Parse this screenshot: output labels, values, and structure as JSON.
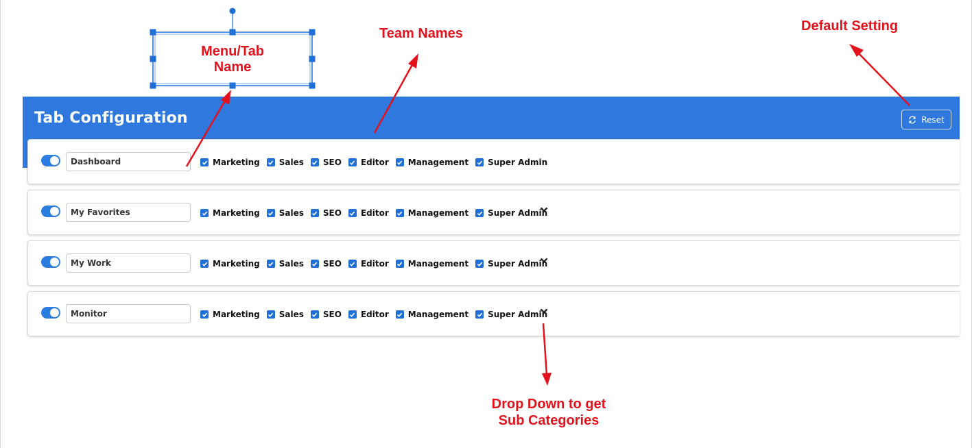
{
  "header": {
    "title": "Tab Configuration",
    "reset_label": "Reset",
    "reset_icon": "refresh-icon",
    "background_color": "#2f78de"
  },
  "rows": [
    {
      "name": "Dashboard",
      "enabled": true,
      "has_dropdown": false
    },
    {
      "name": "My Favorites",
      "enabled": true,
      "has_dropdown": true
    },
    {
      "name": "My Work",
      "enabled": true,
      "has_dropdown": true
    },
    {
      "name": "Monitor",
      "enabled": true,
      "has_dropdown": true
    }
  ],
  "teams": [
    "Marketing",
    "Sales",
    "SEO",
    "Editor",
    "Management",
    "Super Admin"
  ],
  "team_checked": true,
  "annotations": {
    "menu_tab_name_line1": "Menu/Tab",
    "menu_tab_name_line2": "Name",
    "team_names": "Team Names",
    "default_setting": "Default Setting",
    "drop_down_line1": "Drop Down to get",
    "drop_down_line2": "Sub Categories",
    "color": "#e3111b",
    "selection_color": "#1f6fd6"
  },
  "colors": {
    "accent": "#2b7de0",
    "checkbox": "#1f6fd6"
  }
}
